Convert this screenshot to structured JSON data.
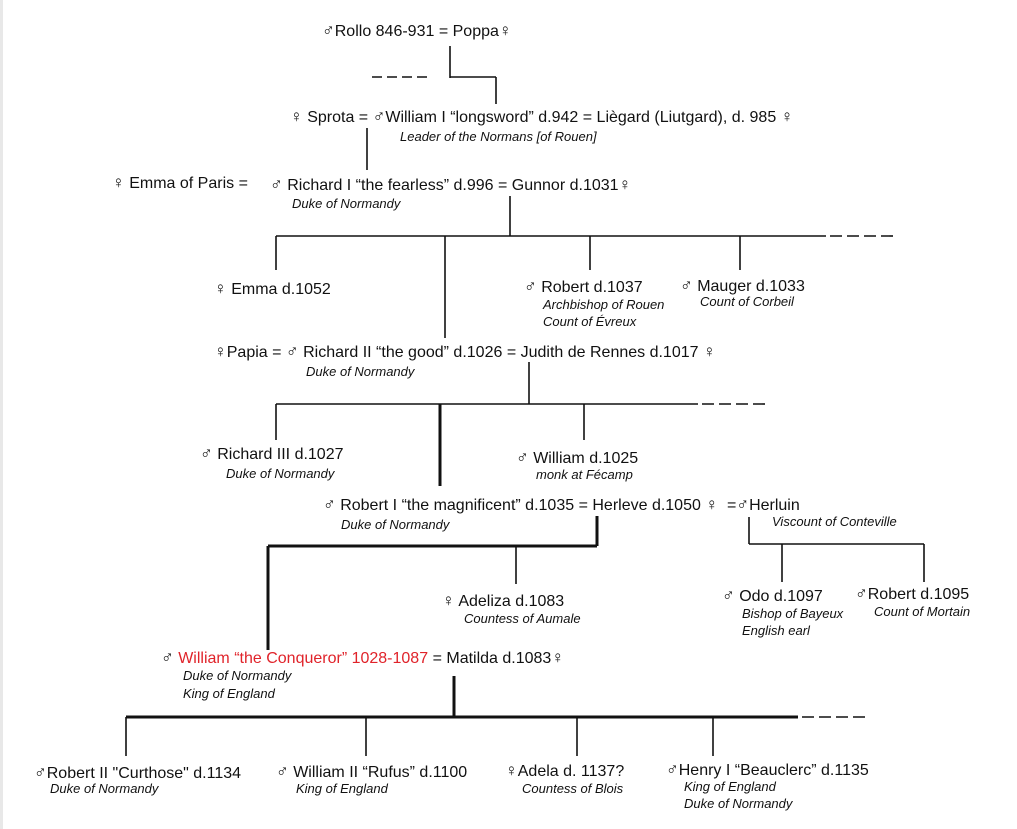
{
  "symbols": {
    "male": "♂",
    "female": "♀"
  },
  "gen1": {
    "rollo": "Rollo 846-931",
    "eq": "=",
    "poppa": "Poppa"
  },
  "gen2": {
    "sprota": "Sprota",
    "william_longsword": "William I “longsword” d.942",
    "liegard": "Liègard (Liutgard), d. 985",
    "william_longsword_title": "Leader of the Normans [of Rouen]"
  },
  "gen3": {
    "emma_paris": "Emma of Paris",
    "richard1": "Richard I “the fearless” d.996",
    "gunnor": "Gunnor d.1031",
    "richard1_title": "Duke of Normandy"
  },
  "gen3_children": {
    "emma": "Emma d.1052",
    "robert": "Robert  d.1037",
    "robert_titles": [
      "Archbishop of Rouen",
      "Count of Évreux"
    ],
    "mauger": "Mauger d.1033",
    "mauger_title": "Count of Corbeil"
  },
  "gen4": {
    "papia": "Papia",
    "richard2": "Richard II  “the good”  d.1026",
    "judith": "Judith de Rennes d.1017",
    "richard2_title": "Duke of Normandy"
  },
  "gen4_children": {
    "richard3": "Richard III  d.1027",
    "richard3_title": "Duke of Normandy",
    "william": "William d.1025",
    "william_title": "monk at Fécamp"
  },
  "gen5": {
    "robert1": "Robert I “the magnificent” d.1035",
    "herleve": "Herleve d.1050",
    "herluin": "Herluin",
    "robert1_title": "Duke of Normandy",
    "herluin_title": "Viscount of Conteville"
  },
  "gen5_children": {
    "adeliza": "Adeliza d.1083",
    "adeliza_title": "Countess of Aumale",
    "odo": "Odo  d.1097",
    "odo_titles": [
      "Bishop of Bayeux",
      "English earl"
    ],
    "robert_mortain": "Robert d.1095",
    "robert_mortain_title": "Count of Mortain"
  },
  "gen6": {
    "william_conqueror": "William “the Conqueror” 1028-1087",
    "matilda": "Matilda d.1083",
    "conqueror_titles": [
      "Duke of Normandy",
      "King of England"
    ]
  },
  "gen7": {
    "robert2": "Robert II \"Curthose\" d.1134",
    "robert2_title": "Duke of Normandy",
    "william2": "William II “Rufus” d.1100",
    "william2_title": "King of England",
    "adela": "Adela d. 1137?",
    "adela_title": "Countess of Blois",
    "henry1": "Henry I “Beauclerc” d.1135",
    "henry1_titles": [
      "King of England",
      "Duke of Normandy"
    ]
  },
  "colors": {
    "highlight": "#e0232a",
    "text": "#111111"
  }
}
